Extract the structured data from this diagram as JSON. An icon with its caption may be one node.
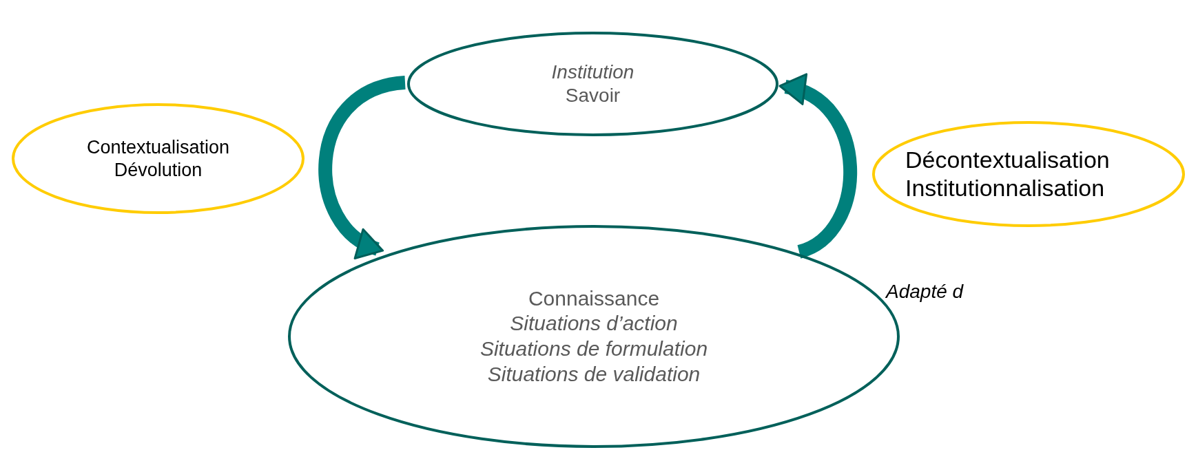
{
  "diagram": {
    "nodes": [
      {
        "text": [
          "Institution",
          "Savoir"
        ]
      },
      {
        "text": [
          "Contextualisation",
          "Dévolution"
        ]
      },
      {
        "text": [
          "Décontextualisation",
          "Institutionnalisation"
        ]
      },
      {
        "text": [
          "Connaissance",
          "Situations d’action",
          "Situations de formulation",
          "Situations de validation"
        ]
      }
    ],
    "edges": [
      {
        "from": 0,
        "to": 3,
        "arrow": "to"
      },
      {
        "from": 3,
        "to": 0,
        "arrow": "to"
      }
    ],
    "labels": [
      "Adapté d"
    ]
  }
}
